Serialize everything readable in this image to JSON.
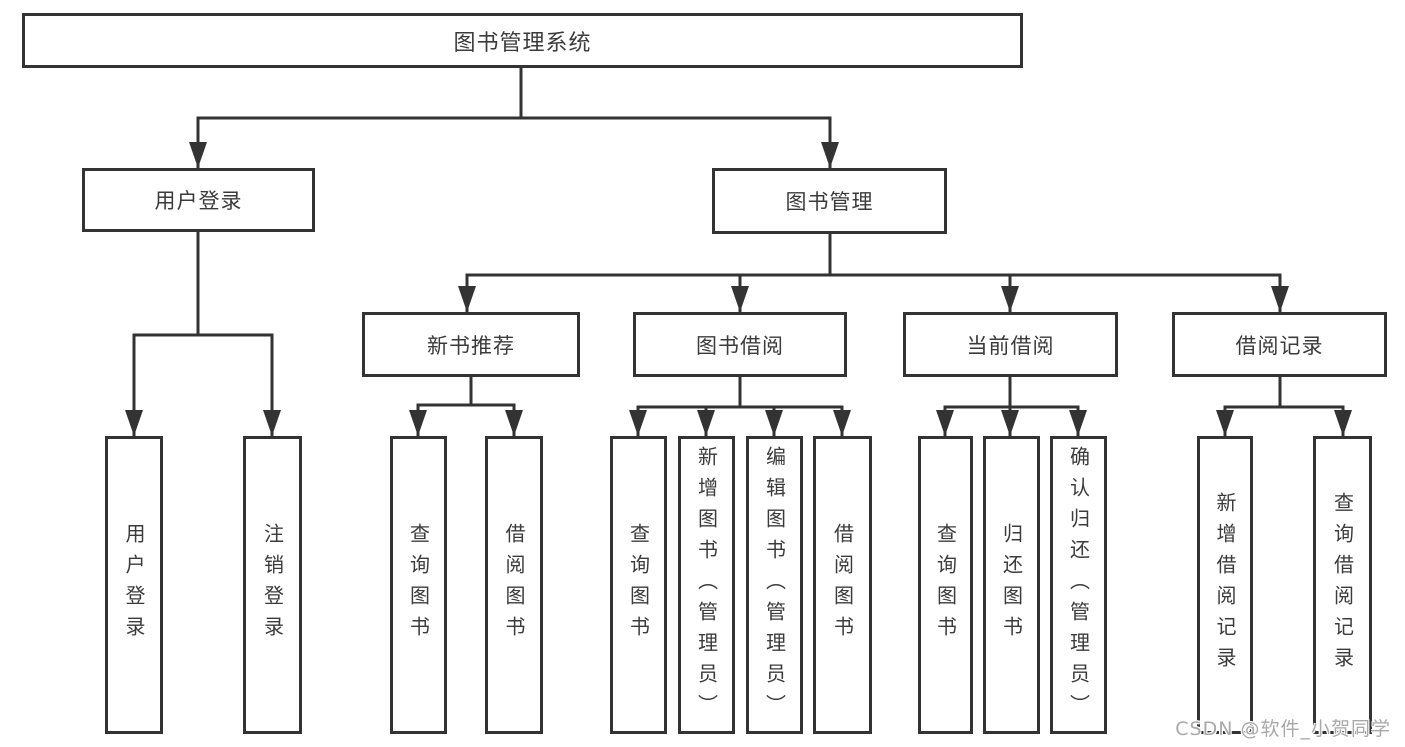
{
  "colors": {
    "line": "#333333",
    "node_border": "#333333",
    "text": "#3b3b3b",
    "background": "#ffffff",
    "watermark": "#a9a9a9"
  },
  "tree": {
    "root": {
      "label": "图书管理系统"
    },
    "user_login": {
      "label": "用户登录",
      "children": [
        {
          "label": "用户登录"
        },
        {
          "label": "注销登录"
        }
      ]
    },
    "book_mgmt": {
      "label": "图书管理",
      "sections": [
        {
          "label": "新书推荐",
          "children": [
            {
              "label": "查询图书"
            },
            {
              "label": "借阅图书"
            }
          ]
        },
        {
          "label": "图书借阅",
          "children": [
            {
              "label": "查询图书"
            },
            {
              "label": "新增图书（管理员）"
            },
            {
              "label": "编辑图书（管理员）"
            },
            {
              "label": "借阅图书"
            }
          ]
        },
        {
          "label": "当前借阅",
          "children": [
            {
              "label": "查询图书"
            },
            {
              "label": "归还图书"
            },
            {
              "label": "确认归还（管理员）"
            }
          ]
        },
        {
          "label": "借阅记录",
          "children": [
            {
              "label": "新增借阅记录"
            },
            {
              "label": "查询借阅记录"
            }
          ]
        }
      ]
    }
  },
  "watermark": {
    "text": "CSDN @软件_小贺同学"
  }
}
